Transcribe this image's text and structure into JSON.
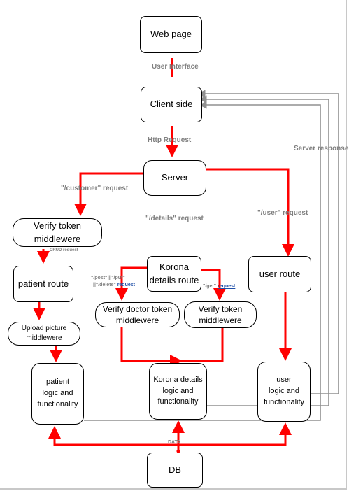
{
  "nodes": {
    "web_page": "Web page",
    "client_side": "Client side",
    "server": "Server",
    "verify_token_top_l1": "Verify token",
    "verify_token_top_l2": "middlewere",
    "patient_route": "patient route",
    "upload_picture_l1": "Upload picture",
    "upload_picture_l2": "middlewere",
    "patient_logic_l1": "patient",
    "patient_logic_l2": "logic and",
    "patient_logic_l3": "functionality",
    "korona_route_l1": "Korona",
    "korona_route_l2": "details route",
    "verify_doctor_l1": "Verify doctor token",
    "verify_doctor_l2": "middlewere",
    "verify_token_right_l1": "Verify token",
    "verify_token_right_l2": "middlewere",
    "korona_logic_l1": "Korona details",
    "korona_logic_l2": "logic and",
    "korona_logic_l3": "functionality",
    "user_route": "user route",
    "user_logic_l1": "user",
    "user_logic_l2": "logic and",
    "user_logic_l3": "functionality",
    "db": "DB"
  },
  "labels": {
    "user_interface": "User Interface",
    "http_request": "Http Request",
    "customer_request": "\"/customer\" request",
    "details_request": "\"/details\" request",
    "user_request": "\"/user\" request",
    "server_response": "Server response",
    "crud_request": "CRUD request",
    "post_put_l1": "\"/post\" ||\"/put\"",
    "post_put_l2_prefix": "||\"/delete\"",
    "post_put_l2_link": "request",
    "get_prefix": "\"/get\"",
    "get_link": "request",
    "data": "DATA"
  },
  "colors": {
    "arrow": "#ff0000",
    "response_line": "#909090",
    "label_gray": "#7f7f7f"
  }
}
